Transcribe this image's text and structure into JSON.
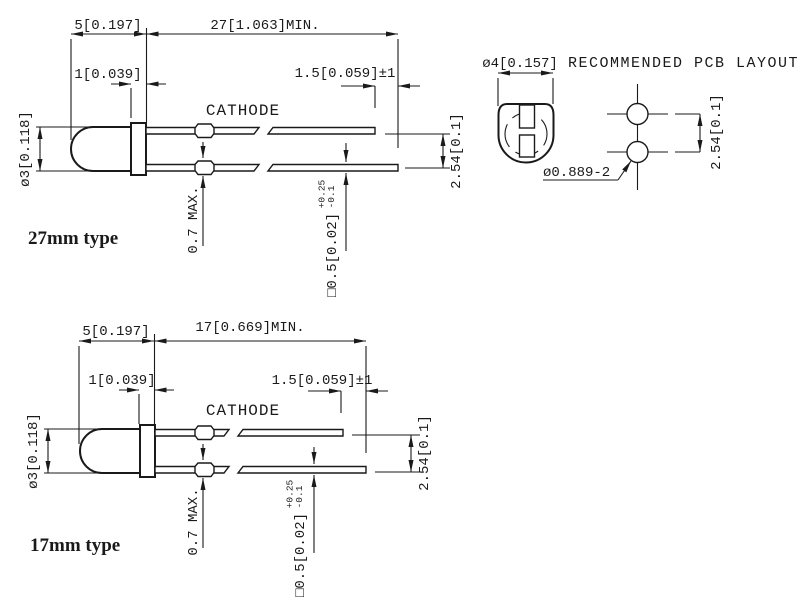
{
  "drawing": {
    "background": "#ffffff",
    "line_color": "#1a1a1a"
  },
  "led_27mm": {
    "type_label": "27mm type",
    "dim_body_length": "5[0.197]",
    "dim_lead_length_min": "27[1.063]MIN.",
    "dim_flange_thickness": "1[0.039]",
    "dim_cathode_lead_offset": "1.5[0.059]±1",
    "cathode_label": "CATHODE",
    "dim_body_diameter": "ø3[0.118]",
    "dim_standoff_max": "0.7 MAX.",
    "dim_lead_square": "□0.5[0.02]",
    "tol_plus": "+0.25",
    "tol_minus": "-0.1",
    "dim_lead_pitch": "2.54[0.1]"
  },
  "led_17mm": {
    "type_label": "17mm type",
    "dim_body_length": "5[0.197]",
    "dim_lead_length_min": "17[0.669]MIN.",
    "dim_flange_thickness": "1[0.039]",
    "dim_cathode_lead_offset": "1.5[0.059]±1",
    "cathode_label": "CATHODE",
    "dim_body_diameter": "ø3[0.118]",
    "dim_standoff_max": "0.7 MAX.",
    "dim_lead_square": "□0.5[0.02]",
    "tol_plus": "+0.25",
    "tol_minus": "-0.1",
    "dim_lead_pitch": "2.54[0.1]"
  },
  "pcb_layout": {
    "title": "RECOMMENDED PCB LAYOUT",
    "dim_flange_diameter": "ø4[0.157]",
    "hole_spec": "ø0.889-2",
    "dim_hole_pitch": "2.54[0.1]"
  }
}
